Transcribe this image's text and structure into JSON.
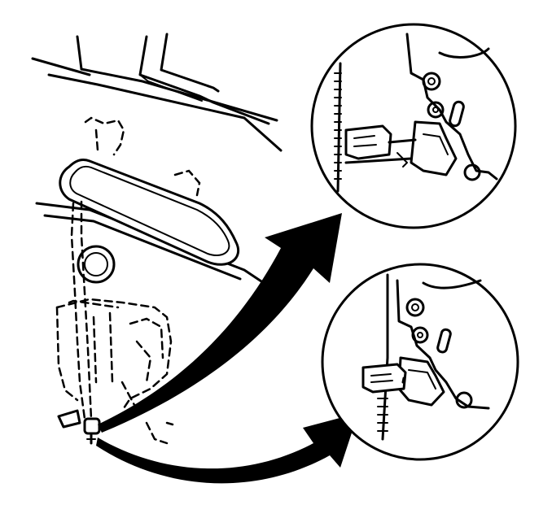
{
  "diagram": {
    "type": "technical-line-drawing",
    "parts": [
      "door-panel",
      "outside-handle",
      "lock-actuator",
      "rod-clip",
      "latch-detail-upper",
      "latch-detail-lower"
    ],
    "detail_views": 2,
    "colors": {
      "ink": "#000000",
      "paper": "#ffffff"
    }
  }
}
